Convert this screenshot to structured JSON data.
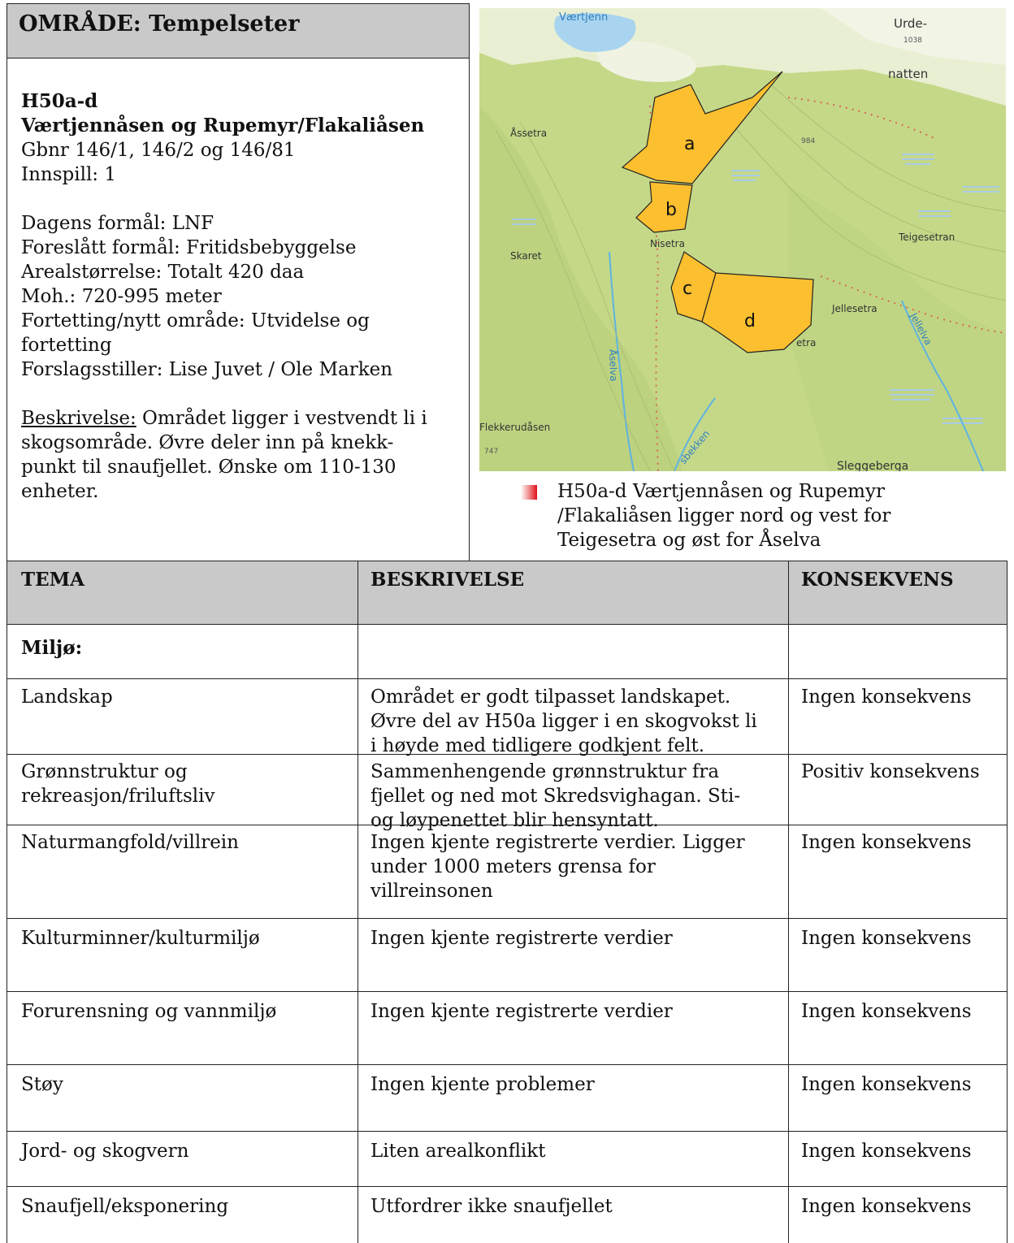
{
  "area": {
    "title": "OMRÅDE: Tempelseter"
  },
  "info": {
    "code": "H50a-d",
    "name": "Værtjennåsen og Rupemyr/Flakaliåsen",
    "gbnr": "Gbnr 146/1, 146/2 og 146/81",
    "innspill": "Innspill: 1",
    "dagens": "Dagens formål: LNF",
    "foreslatt": "Foreslått formål: Fritidsbebyggelse",
    "areal": "Arealstørrelse: Totalt 420 daa",
    "moh": "Moh.: 720-995 meter",
    "fortetting_1": "Fortetting/nytt område: Utvidelse og",
    "fortetting_2": "fortetting",
    "forslagsstiller": "Forslagsstiller: Lise Juvet / Ole Marken",
    "beskrivelse_label": "Beskrivelse:",
    "beskrivelse_1": " Området ligger i vestvendt li i",
    "beskrivelse_2": "skogsområde. Øvre deler inn på knekk-",
    "beskrivelse_3": "punkt til snaufjellet. Ønske om 110-130",
    "beskrivelse_4": "enheter."
  },
  "map": {
    "labels": {
      "vartjenn": "Værtjenn",
      "urde": "Urde-",
      "elev_1038": "1038",
      "natten": "natten",
      "assetra": "Åssetra",
      "elev_984": "984",
      "skaret": "Skaret",
      "nisetra": "Nisetra",
      "teigesetran": "Teigesetran",
      "jellesetra": "Jellesetra",
      "etra": "etra",
      "jellelva": "Jellelva",
      "aselva": "Åselva",
      "flekkerudasen": "Flekkerudåsen",
      "elev_747": "747",
      "bekken": "sbekken",
      "sleggeberga": "Sleggeberga"
    },
    "zones": {
      "a": "a",
      "b": "b",
      "c": "c",
      "d": "d"
    },
    "colors": {
      "zone_fill": "#fbbf2f",
      "terrain": "#c7d98a",
      "water": "#a9d4ef"
    }
  },
  "caption": {
    "line1": "H50a-d  Værtjennåsen og Rupemyr",
    "line2": "/Flakaliåsen ligger nord og vest for",
    "line3": "Teigesetra og øst for Åselva"
  },
  "table": {
    "headers": {
      "tema": "TEMA",
      "beskrivelse": "BESKRIVELSE",
      "konsekvens": "KONSEKVENS"
    },
    "section": "Miljø:",
    "rows": [
      {
        "tema": [
          "Landskap"
        ],
        "beskrivelse": [
          "Området er godt tilpasset landskapet.",
          "Øvre del av H50a ligger i en skogvokst li",
          "i høyde med tidligere godkjent felt."
        ],
        "konsekvens": "Ingen konsekvens"
      },
      {
        "tema": [
          "Grønnstruktur og",
          "rekreasjon/friluftsliv"
        ],
        "beskrivelse": [
          "Sammenhengende grønnstruktur fra",
          "fjellet og ned mot Skredsvighagan. Sti-",
          "og løypenettet blir hensyntatt."
        ],
        "konsekvens": "Positiv konsekvens"
      },
      {
        "tema": [
          "Naturmangfold/villrein"
        ],
        "beskrivelse": [
          "Ingen kjente registrerte verdier. Ligger",
          "under 1000 meters grensa for",
          "villreinsonen"
        ],
        "konsekvens": "Ingen konsekvens"
      },
      {
        "tema": [
          "Kulturminner/kulturmiljø"
        ],
        "beskrivelse": [
          "Ingen kjente registrerte verdier"
        ],
        "konsekvens": "Ingen konsekvens"
      },
      {
        "tema": [
          "Forurensning og vannmiljø"
        ],
        "beskrivelse": [
          "Ingen kjente registrerte verdier"
        ],
        "konsekvens": "Ingen konsekvens"
      },
      {
        "tema": [
          "Støy"
        ],
        "beskrivelse": [
          "Ingen kjente problemer"
        ],
        "konsekvens": "Ingen konsekvens"
      },
      {
        "tema": [
          "Jord- og skogvern"
        ],
        "beskrivelse": [
          "Liten arealkonflikt"
        ],
        "konsekvens": "Ingen konsekvens"
      },
      {
        "tema": [
          "Snaufjell/eksponering"
        ],
        "beskrivelse": [
          "Utfordrer ikke snaufjellet"
        ],
        "konsekvens": "Ingen konsekvens"
      }
    ]
  }
}
